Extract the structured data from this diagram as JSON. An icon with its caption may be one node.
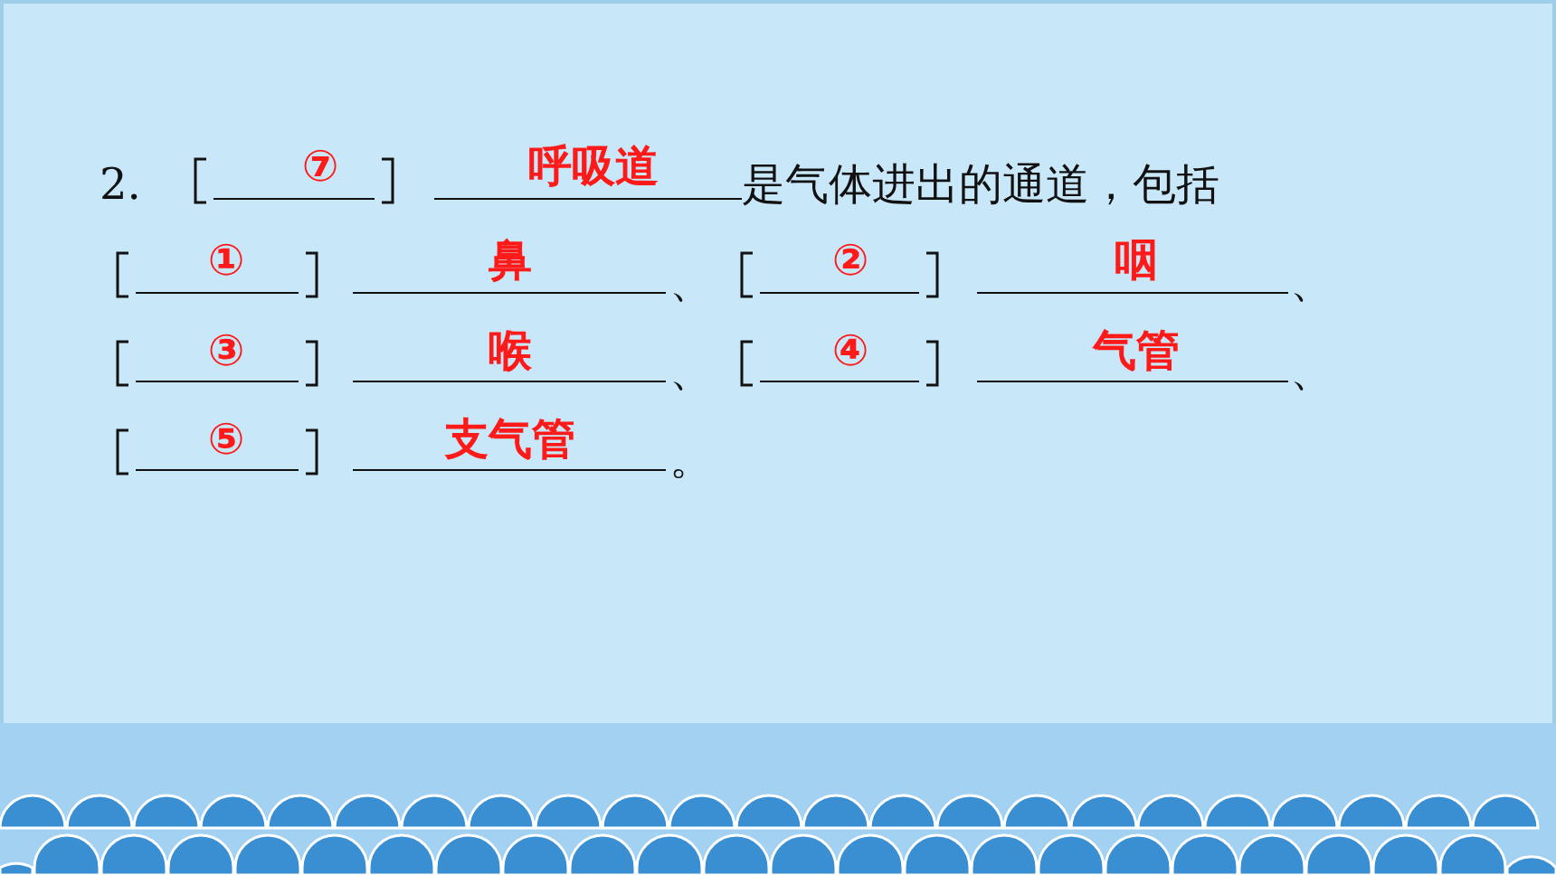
{
  "diagram": {
    "labels": [
      "2.",
      "⑦",
      "呼吸道",
      "是气体进出的通道，包括",
      "①",
      "鼻",
      "、",
      "②",
      "咽",
      "、",
      "③",
      "喉",
      "、",
      "④",
      "气管",
      "、",
      "⑤",
      "支气管",
      "。"
    ]
  }
}
